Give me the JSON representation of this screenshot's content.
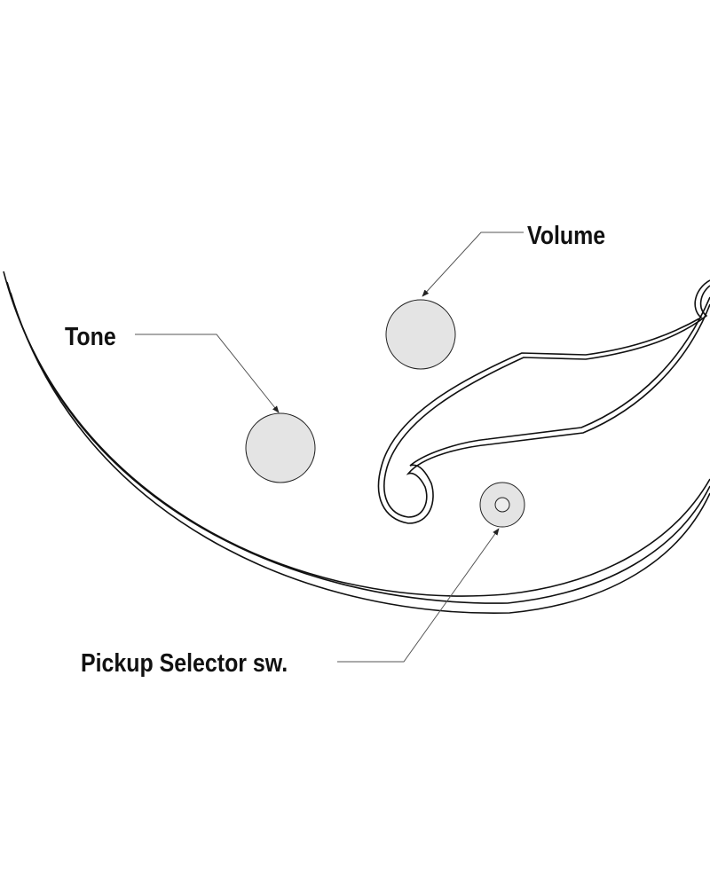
{
  "labels": {
    "volume": "Volume",
    "tone": "Tone",
    "pickup_selector": "Pickup Selector sw."
  },
  "colors": {
    "knob_fill": "#e4e4e4",
    "line": "#111111",
    "leader": "#555555"
  }
}
